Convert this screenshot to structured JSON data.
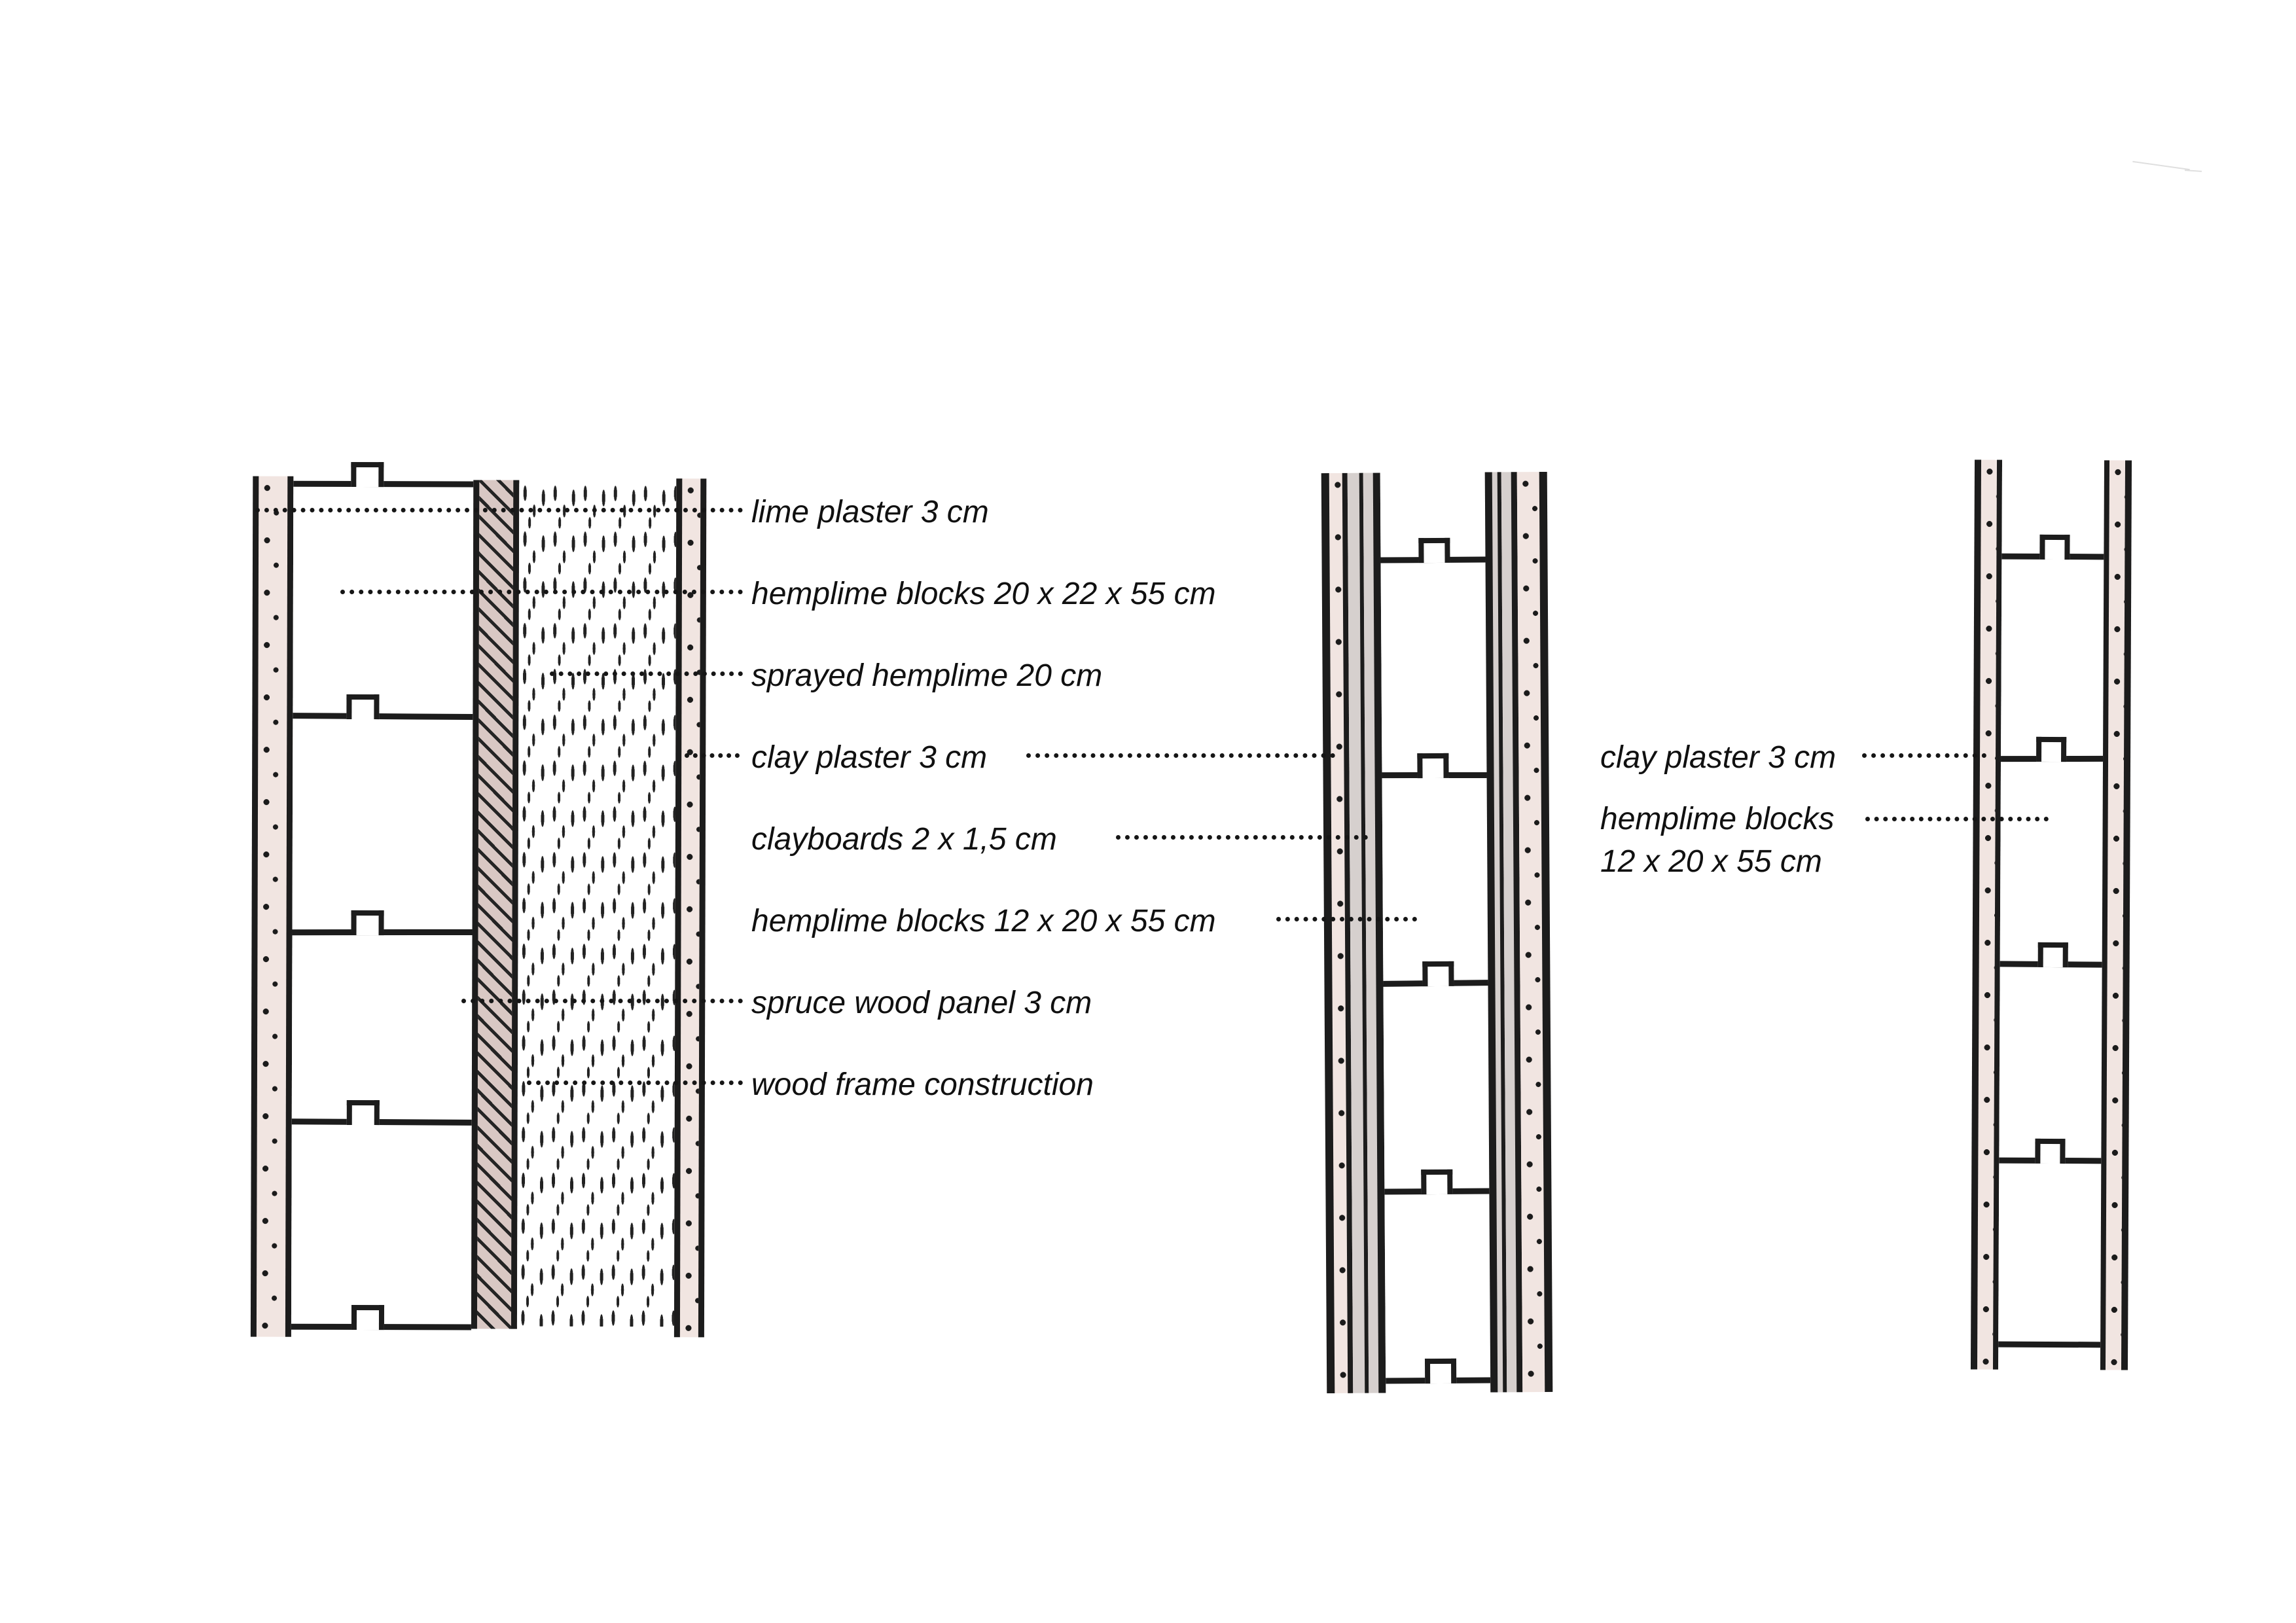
{
  "title": "hemplime wall construction sections",
  "colors": {
    "background": "#ffffff",
    "ink": "#1c1c1c",
    "plaster_pink": "#f1e5e1",
    "board_gray": "#d6d0ce",
    "panel_pink_gray": "#d9c8c4"
  },
  "labels": [
    {
      "id": "lime-plaster",
      "text": "lime plaster 3 cm"
    },
    {
      "id": "hemplime-blocks-20",
      "text": "hemplime blocks 20 x 22 x 55 cm"
    },
    {
      "id": "sprayed-hemplime",
      "text": "sprayed hemplime 20 cm"
    },
    {
      "id": "clay-plaster-left",
      "text": "clay plaster 3 cm"
    },
    {
      "id": "clayboards",
      "text": "clayboards 2 x 1,5 cm"
    },
    {
      "id": "hemplime-blocks-12",
      "text": "hemplime blocks 12 x 20 x 55 cm"
    },
    {
      "id": "spruce-wood-panel",
      "text": "spruce wood panel 3 cm"
    },
    {
      "id": "wood-frame-construction",
      "text": "wood frame construction"
    },
    {
      "id": "clay-plaster-right",
      "text": "clay plaster 3 cm"
    },
    {
      "id": "hemplime-blocks-right-line1",
      "text": "hemplime blocks"
    },
    {
      "id": "hemplime-blocks-right-line2",
      "text": "12 x 20 x 55 cm"
    }
  ]
}
